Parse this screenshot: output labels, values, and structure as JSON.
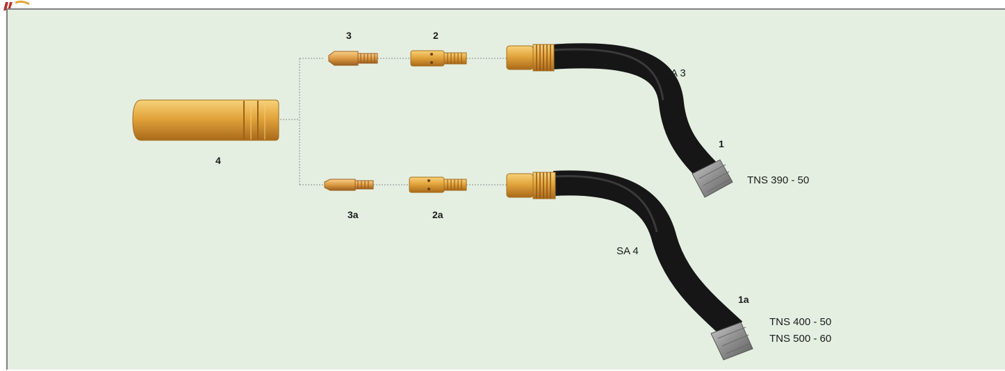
{
  "diagram": {
    "part_labels": {
      "nozzle": "4",
      "tip_top": "3",
      "holder_top": "2",
      "tip_bottom": "3a",
      "holder_bottom": "2a",
      "neck_top": "1",
      "neck_bottom": "1a"
    },
    "neck_labels": {
      "top": "SA 3",
      "bottom": "SA 4"
    },
    "model_labels": {
      "top": "TNS 390 - 50",
      "bottom_1": "TNS 400 - 50",
      "bottom_2": "TNS 500 - 60"
    },
    "colors": {
      "panel": "#e4efe1",
      "brass": "#e0a638",
      "copper": "#d99a3a",
      "hose": "#161616",
      "connector": "#9a9a9a",
      "leader": "#8a8a8a"
    }
  }
}
